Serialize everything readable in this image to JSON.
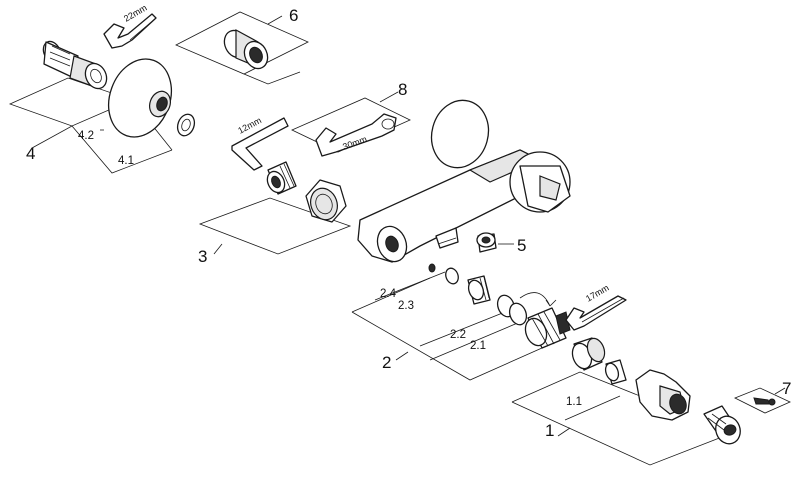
{
  "callouts": {
    "c1": "1",
    "c1_1": "1.1",
    "c2": "2",
    "c2_1": "2.1",
    "c2_2": "2.2",
    "c2_3": "2.3",
    "c2_4": "2.4",
    "c3": "3",
    "c4": "4",
    "c4_1": "4.1",
    "c4_2": "4.2",
    "c5": "5",
    "c6": "6",
    "c7": "7",
    "c8": "8"
  },
  "tools": {
    "wrench_22": "22mm",
    "hex_key_12": "12mm",
    "wrench_30": "30mm",
    "wrench_17": "17mm"
  }
}
